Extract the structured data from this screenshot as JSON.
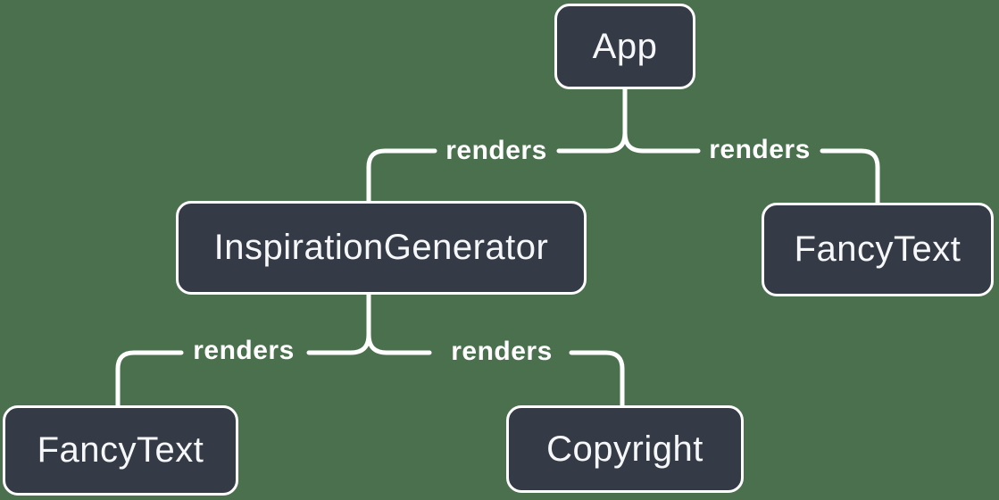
{
  "diagram": {
    "type": "component-render-tree",
    "colors": {
      "background": "#4a704e",
      "node_fill": "#343b46",
      "node_border": "#ffffff",
      "node_text": "#f6f7f9",
      "edge_stroke": "#ffffff",
      "edge_label_text": "#ffffff"
    },
    "nodes": [
      {
        "id": "app",
        "label": "App"
      },
      {
        "id": "inspiration-generator",
        "label": "InspirationGenerator"
      },
      {
        "id": "fancy-text-right",
        "label": "FancyText"
      },
      {
        "id": "fancy-text-left",
        "label": "FancyText"
      },
      {
        "id": "copyright",
        "label": "Copyright"
      }
    ],
    "edges": [
      {
        "from": "App",
        "to": "InspirationGenerator",
        "label": "renders"
      },
      {
        "from": "App",
        "to": "FancyText",
        "label": "renders"
      },
      {
        "from": "InspirationGenerator",
        "to": "FancyText",
        "label": "renders"
      },
      {
        "from": "InspirationGenerator",
        "to": "Copyright",
        "label": "renders"
      }
    ]
  }
}
